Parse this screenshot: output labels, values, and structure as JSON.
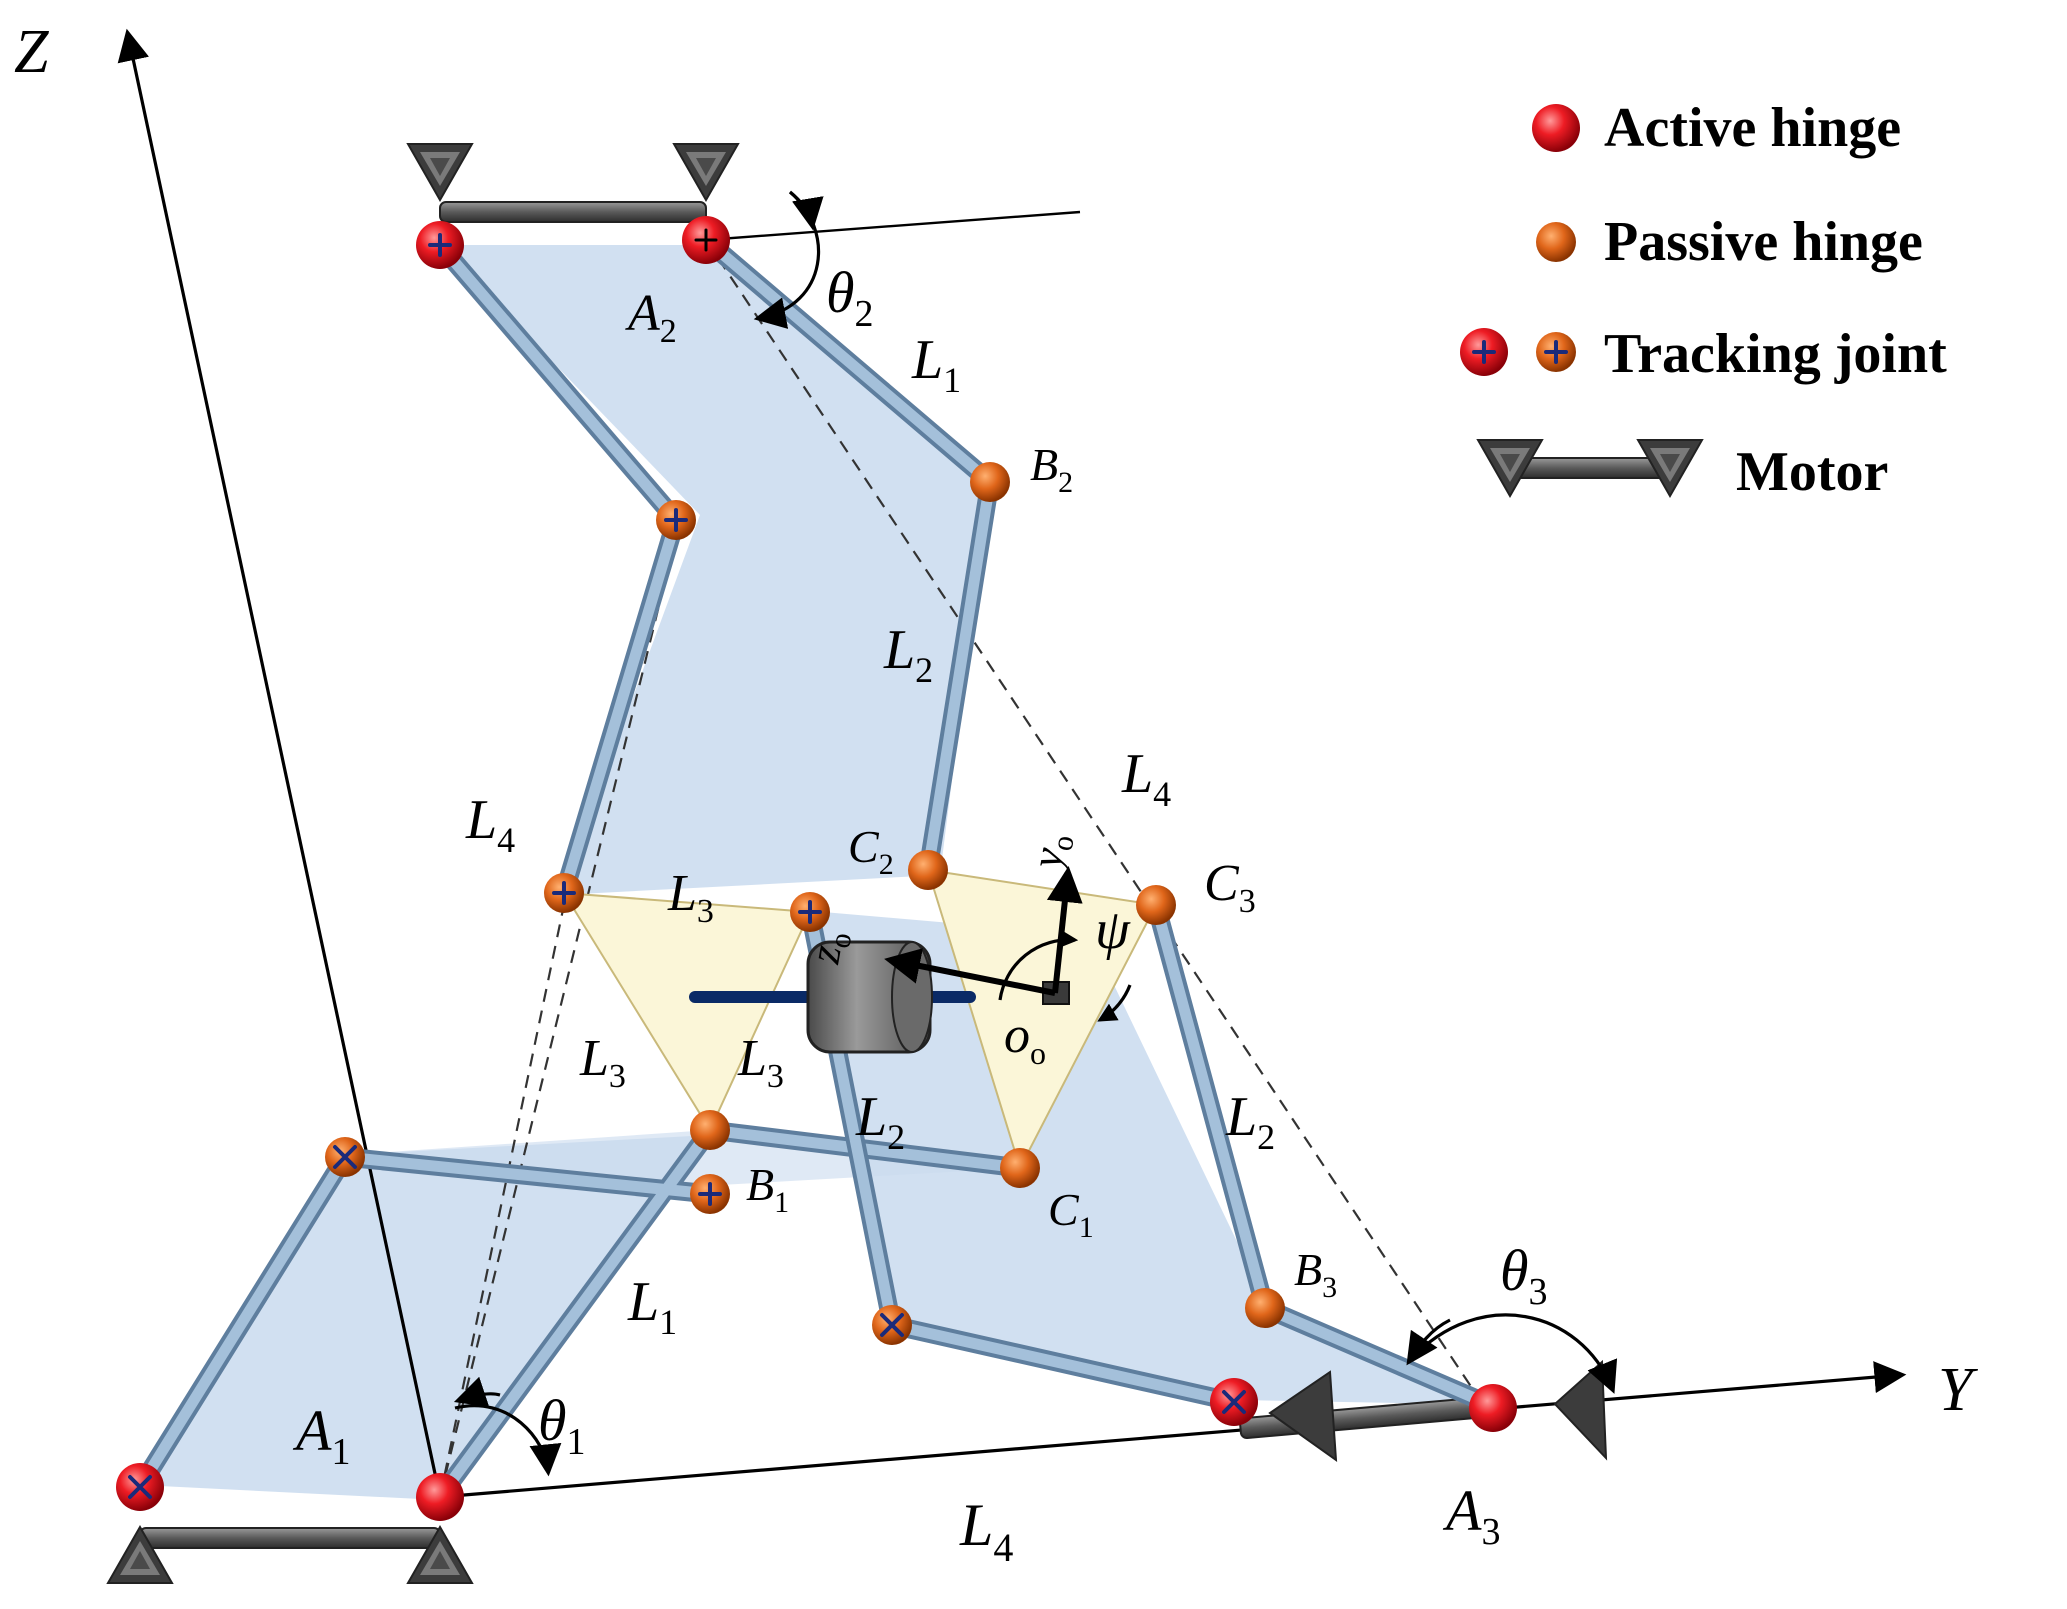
{
  "axes": {
    "z_label": "Z",
    "y_label": "Y"
  },
  "legend": {
    "active_hinge": "Active hinge",
    "passive_hinge": "Passive hinge",
    "tracking_joint": "Tracking joint",
    "motor": "Motor"
  },
  "points": {
    "A1": {
      "main": "A",
      "sub": "1"
    },
    "A2": {
      "main": "A",
      "sub": "2"
    },
    "A3": {
      "main": "A",
      "sub": "3"
    },
    "B1": {
      "main": "B",
      "sub": "1"
    },
    "B2": {
      "main": "B",
      "sub": "2"
    },
    "B3": {
      "main": "B",
      "sub": "3"
    },
    "C1": {
      "main": "C",
      "sub": "1"
    },
    "C2": {
      "main": "C",
      "sub": "2"
    },
    "C3": {
      "main": "C",
      "sub": "3"
    },
    "origin": {
      "main": "o",
      "sub": "o"
    }
  },
  "lengths": {
    "main": "L",
    "l1": "1",
    "l2": "2",
    "l3": "3",
    "l4": "4"
  },
  "angles": {
    "theta": "θ",
    "t1": "1",
    "t2": "2",
    "t3": "3",
    "psi": "ψ"
  },
  "frame": {
    "y": "y",
    "z": "z",
    "sub": "o"
  },
  "colors": {
    "active": "#e8121e",
    "passive": "#d9620e",
    "link": "#a4c0da",
    "panel": "#c9daee",
    "triangle": "#fbf6d8",
    "motor": "#555555"
  }
}
